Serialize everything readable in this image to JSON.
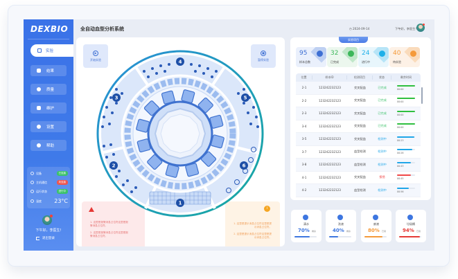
{
  "app": {
    "logo": "DEXBIO",
    "title": "全自动血型分析系统",
    "date": "2024-09-14",
    "greeting": "下午好，李医生!"
  },
  "sidebar": {
    "items": [
      {
        "label": "实验",
        "icon": "flask-icon",
        "active": true
      },
      {
        "label": "结果",
        "icon": "document-icon"
      },
      {
        "label": "质量",
        "icon": "shield-icon"
      },
      {
        "label": "维护",
        "icon": "wrench-icon"
      },
      {
        "label": "设置",
        "icon": "gear-icon"
      },
      {
        "label": "帮助",
        "icon": "help-icon"
      }
    ],
    "status": [
      {
        "label": "设备",
        "value": "已连接",
        "color": "#3cc26a"
      },
      {
        "label": "主机通信",
        "value": "未连接",
        "color": "#f0554d"
      },
      {
        "label": "运行状态",
        "value": "进行中",
        "color": "#3cc26a"
      },
      {
        "label": "温度",
        "value": "23°C"
      }
    ],
    "greeting": "下午好，李医生!",
    "logout": "退出登录"
  },
  "center": {
    "start_button": "开始实验",
    "pause_button": "暂停实验",
    "zones": [
      "1",
      "2",
      "3",
      "4",
      "5",
      "6"
    ],
    "warning": {
      "line1": "1. 这里是报警消息占位符这里是报警消息占位符。",
      "line2": "2. 这里是报警消息占位符这里是报警消息占位符。"
    },
    "info": {
      "line1": "1. 这里是提示消息占位符这里是提示消息占位符。",
      "line2": "2. 这里是提示消息占位符这里是提示消息占位符。"
    }
  },
  "experiment": {
    "tab_label": "实验项目",
    "stats": [
      {
        "value": "95",
        "label": "样本总数",
        "color": "#3d6fd3",
        "bg": "#eaf0fc"
      },
      {
        "value": "32",
        "label": "已完成",
        "color": "#3cb75a",
        "bg": "#ecf7ee"
      },
      {
        "value": "24",
        "label": "进行中",
        "color": "#1fb0e8",
        "bg": "#e8f6fc"
      },
      {
        "value": "40",
        "label": "待实验",
        "color": "#f59a3a",
        "bg": "#fdf1e6"
      }
    ],
    "columns": [
      "位置",
      "样本ID",
      "检测项目",
      "状态",
      "剩余时间"
    ],
    "rows": [
      {
        "pos": "2-1",
        "id": "123242232123",
        "test": "交叉配血",
        "status": "已完成",
        "status_color": "#3cc26a",
        "time": "00:00",
        "progress": 100,
        "bar_color": "#2fbf3f"
      },
      {
        "pos": "2-2",
        "id": "123242232123",
        "test": "交叉配血",
        "status": "已完成",
        "status_color": "#3cc26a",
        "time": "00:00",
        "progress": 100,
        "bar_color": "#2fbf3f"
      },
      {
        "pos": "2-3",
        "id": "123242232123",
        "test": "交叉配血",
        "status": "已完成",
        "status_color": "#3cc26a",
        "time": "00:00",
        "progress": 100,
        "bar_color": "#2fbf3f"
      },
      {
        "pos": "3-4",
        "id": "123242232123",
        "test": "交叉配血",
        "status": "已完成",
        "status_color": "#3cc26a",
        "time": "00:00",
        "progress": 100,
        "bar_color": "#2fbf3f"
      },
      {
        "pos": "3-5",
        "id": "123242232123",
        "test": "交叉配血",
        "status": "检测中",
        "status_color": "#1fa6e8",
        "time": "00:23",
        "progress": 98,
        "bar_color": "#1fa6e8"
      },
      {
        "pos": "3-7",
        "id": "123242232123",
        "test": "血型检测",
        "status": "检测中",
        "status_color": "#1fa6e8",
        "time": "00:28",
        "progress": 85,
        "bar_color": "#1fa6e8"
      },
      {
        "pos": "3-8",
        "id": "123242232123",
        "test": "血型检测",
        "status": "检测中",
        "status_color": "#1fa6e8",
        "time": "00:43",
        "progress": 75,
        "bar_color": "#1fa6e8"
      },
      {
        "pos": "4-1",
        "id": "123242232123",
        "test": "交叉配血",
        "status": "报错",
        "status_color": "#f04848",
        "time": "00:45",
        "progress": 75,
        "bar_color": "#f04848"
      },
      {
        "pos": "4-2",
        "id": "123242232123",
        "test": "血型检测",
        "status": "检测中",
        "status_color": "#1fa6e8",
        "time": "00:56",
        "progress": 65,
        "bar_color": "#1fa6e8"
      }
    ]
  },
  "resources": [
    {
      "label": "清水",
      "value": "70%",
      "suffix": "剩余",
      "color": "#3d76e0",
      "progress": 70
    },
    {
      "label": "洗液",
      "value": "40%",
      "suffix": "剩余",
      "color": "#3d76e0",
      "progress": 40
    },
    {
      "label": "废液",
      "value": "80%",
      "suffix": "已用",
      "color": "#f59a3a",
      "progress": 80
    },
    {
      "label": "垃圾桶",
      "value": "94%",
      "suffix": "已用",
      "color": "#e53935",
      "progress": 94
    }
  ]
}
